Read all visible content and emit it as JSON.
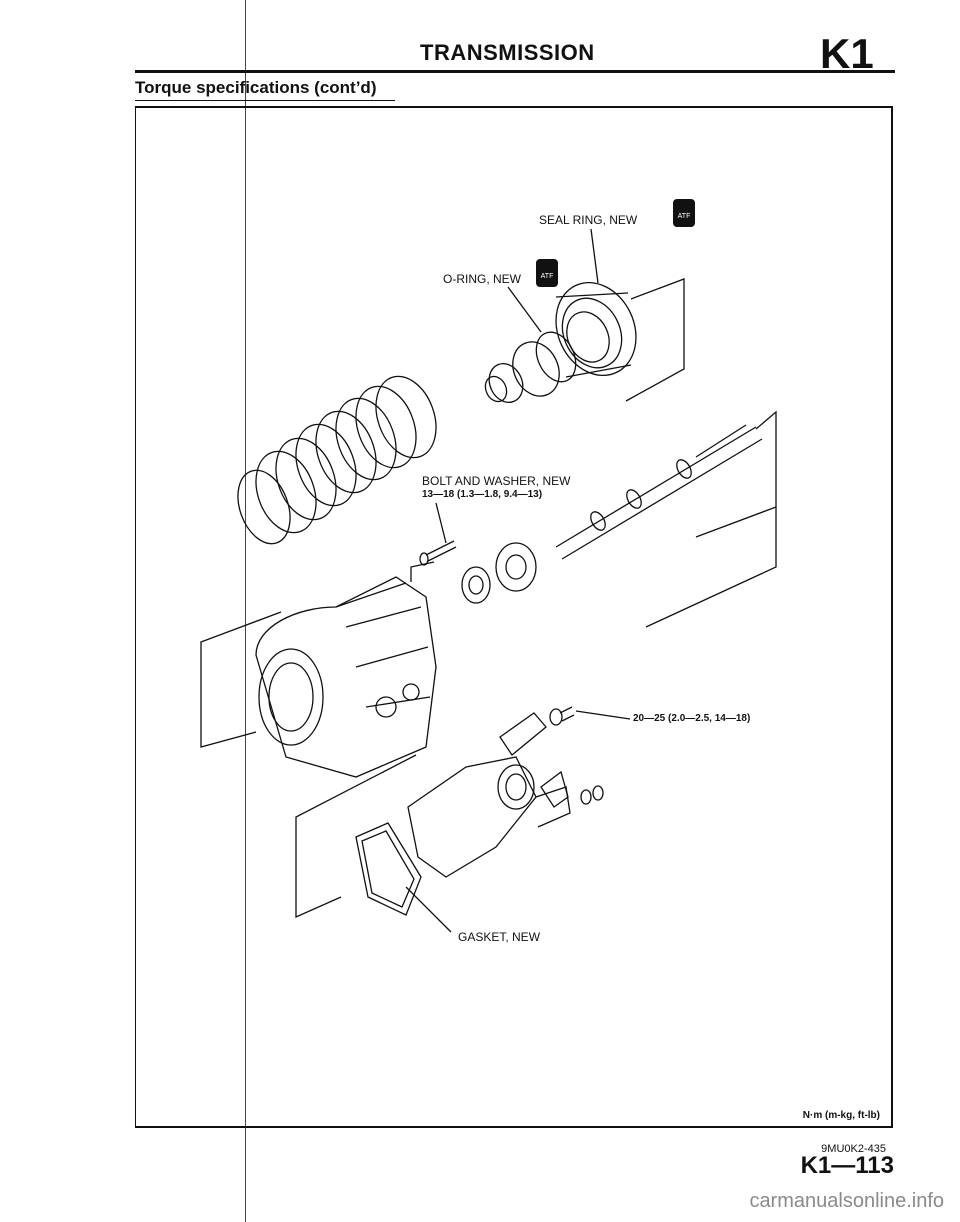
{
  "header": {
    "title": "TRANSMISSION",
    "section_code": "K1"
  },
  "section": {
    "title": "Torque specifications (cont’d)"
  },
  "diagram": {
    "labels": {
      "seal_ring": "SEAL RING, NEW",
      "o_ring": "O-RING, NEW",
      "bolt_washer": "BOLT AND WASHER, NEW",
      "bolt_torque": "13—18 (1.3—1.8, 9.4—13)",
      "extension_torque": "20—25 (2.0—2.5, 14—18)",
      "gasket": "GASKET, NEW"
    },
    "atf_badge": "ATF"
  },
  "footer": {
    "units": "N·m (m-kg, ft-lb)",
    "reference": "9MU0K2-435",
    "page_number": "K1—113"
  },
  "watermark": "carmanualsonline.info"
}
